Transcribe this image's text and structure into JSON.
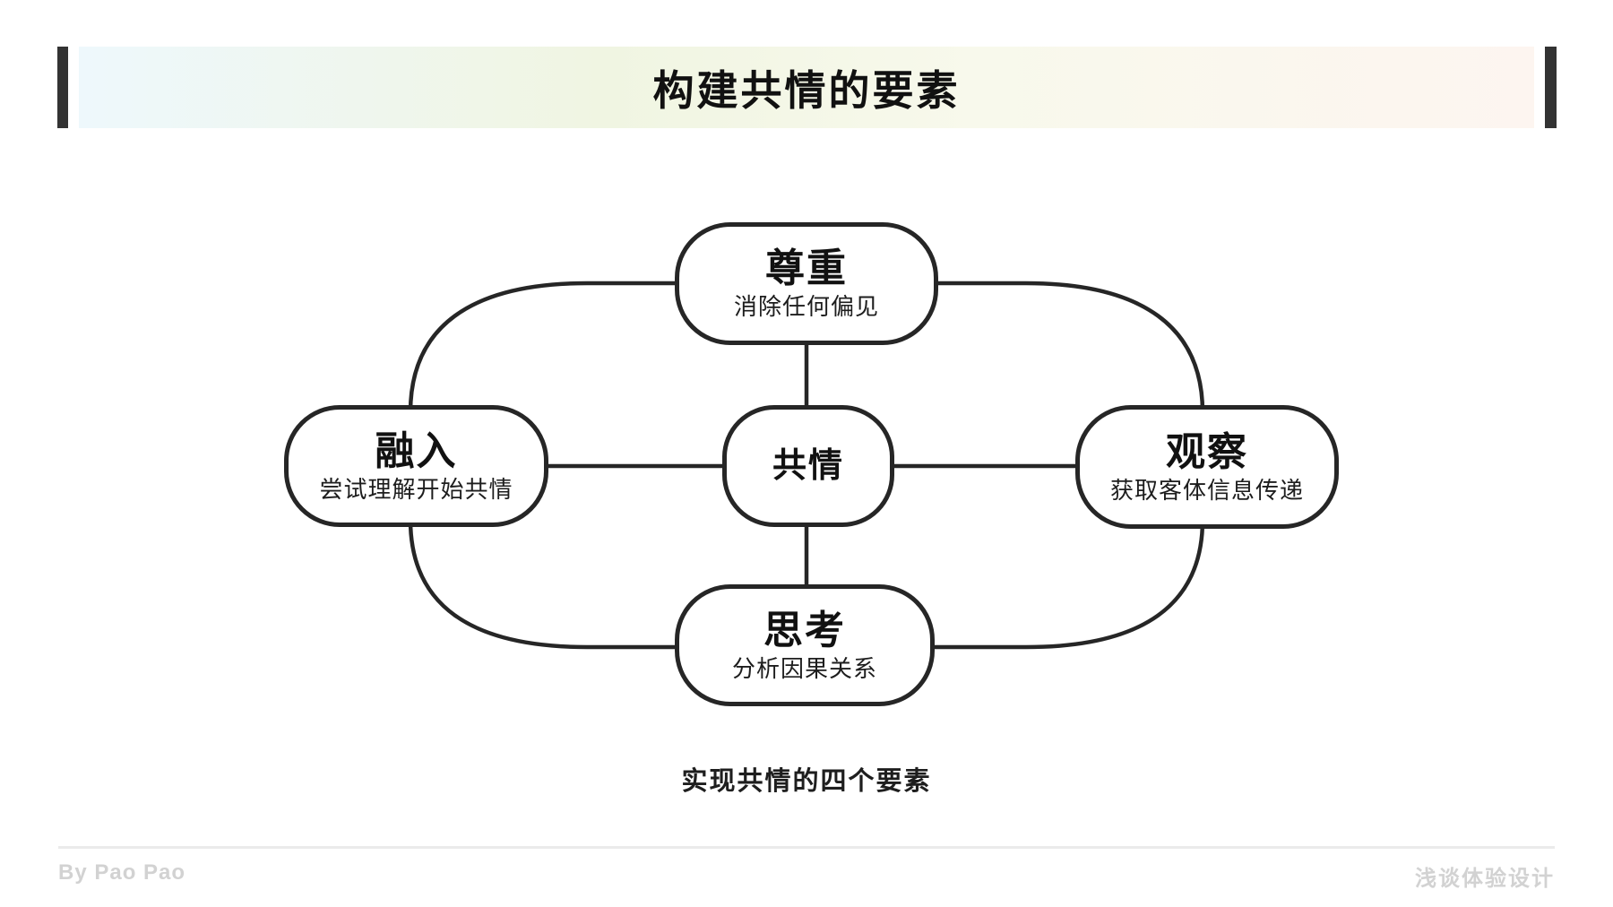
{
  "header": {
    "title": "构建共情的要素"
  },
  "diagram": {
    "center": {
      "label": "共情"
    },
    "nodes": [
      {
        "label": "尊重",
        "description": "消除任何偏见",
        "position": "top"
      },
      {
        "label": "融入",
        "description": "尝试理解开始共情",
        "position": "left"
      },
      {
        "label": "观察",
        "description": "获取客体信息传递",
        "position": "right"
      },
      {
        "label": "思考",
        "description": "分析因果关系",
        "position": "bottom"
      }
    ],
    "caption": "实现共情的四个要素"
  },
  "footer": {
    "author": "By Pao Pao",
    "brand": "浅谈体验设计"
  },
  "colors": {
    "banner_blue": "#eef8fc",
    "banner_green": "#f0f5e2",
    "banner_cream": "#f8f9ec",
    "banner_pink": "#fdf5f0",
    "bar_dark": "#333333",
    "stroke": "#262626",
    "ink": "#111111",
    "footer_gray": "#d2d2d2",
    "footer_line": "#ebebeb"
  }
}
